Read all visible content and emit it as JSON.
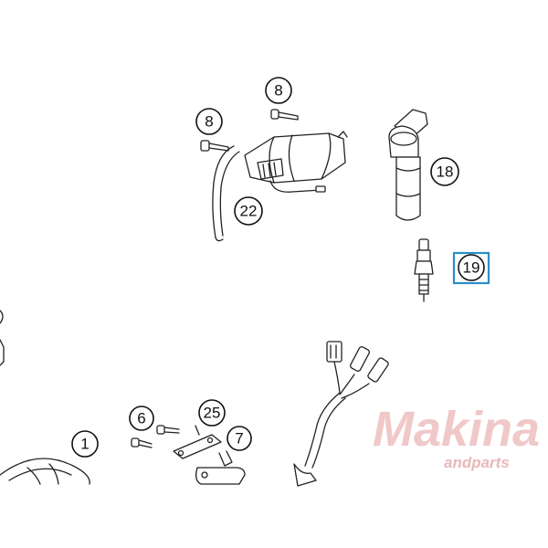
{
  "callouts": {
    "c8a": "8",
    "c8b": "8",
    "c22": "22",
    "c18": "18",
    "c19": "19",
    "c6": "6",
    "c25": "25",
    "c1": "1",
    "c7": "7"
  },
  "highlight_color": "#2a8cc8",
  "watermark": {
    "main": "Makina",
    "sub": "andparts"
  }
}
